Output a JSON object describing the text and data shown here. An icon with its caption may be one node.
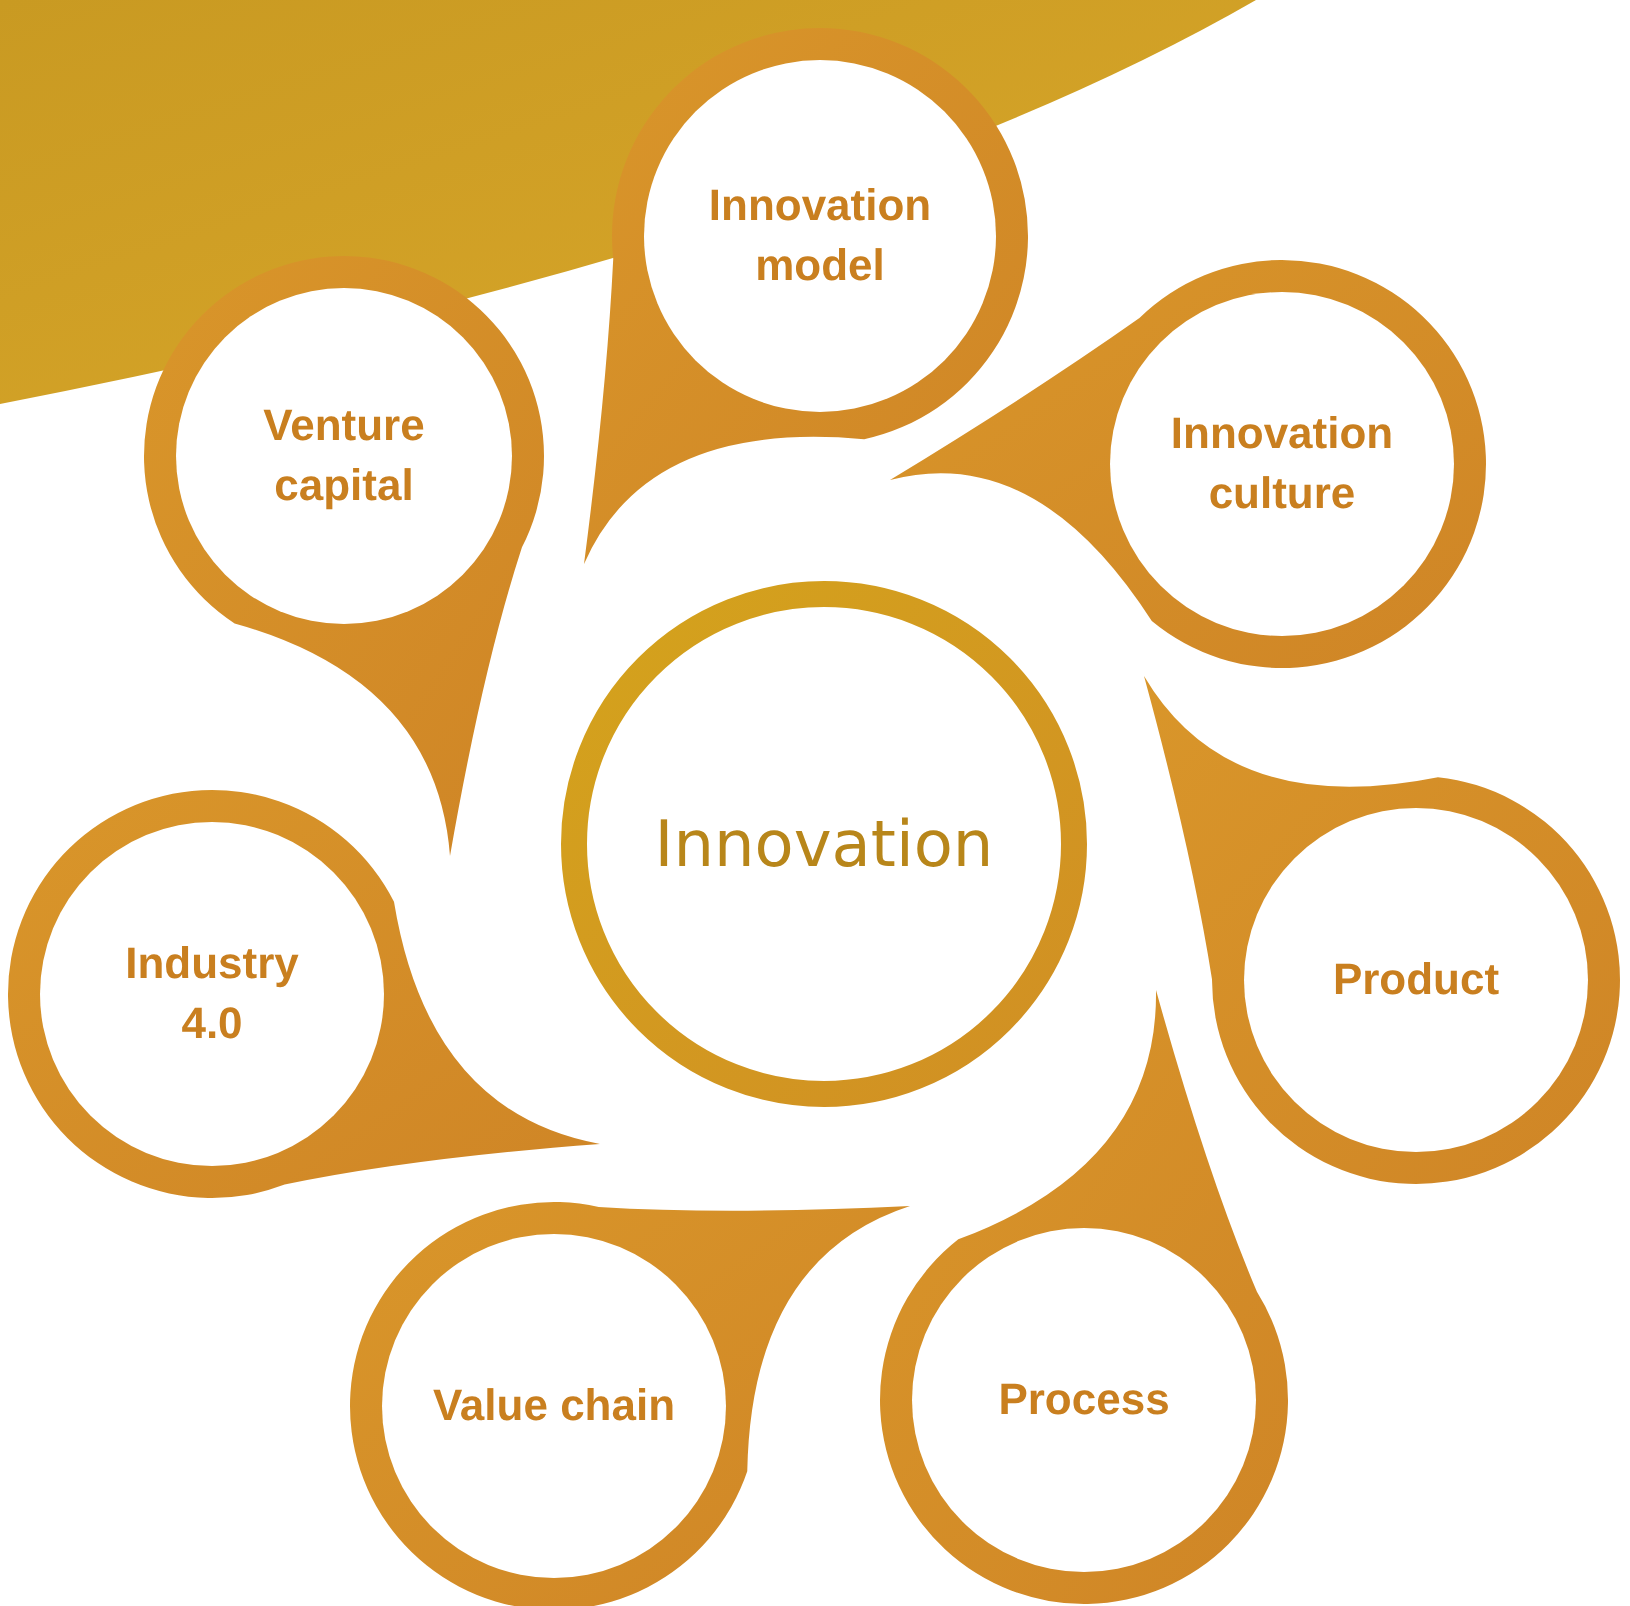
{
  "diagram": {
    "nodes": [
      {
        "text": [
          "Innovation"
        ]
      },
      {
        "text": [
          "Innovation model"
        ]
      },
      {
        "text": [
          "Venture capital"
        ]
      },
      {
        "text": [
          "Innovation culture"
        ]
      },
      {
        "text": [
          "Product"
        ]
      },
      {
        "text": [
          "Process"
        ]
      },
      {
        "text": [
          "Value chain"
        ]
      },
      {
        "text": [
          "Industry 4.0"
        ]
      }
    ]
  }
}
